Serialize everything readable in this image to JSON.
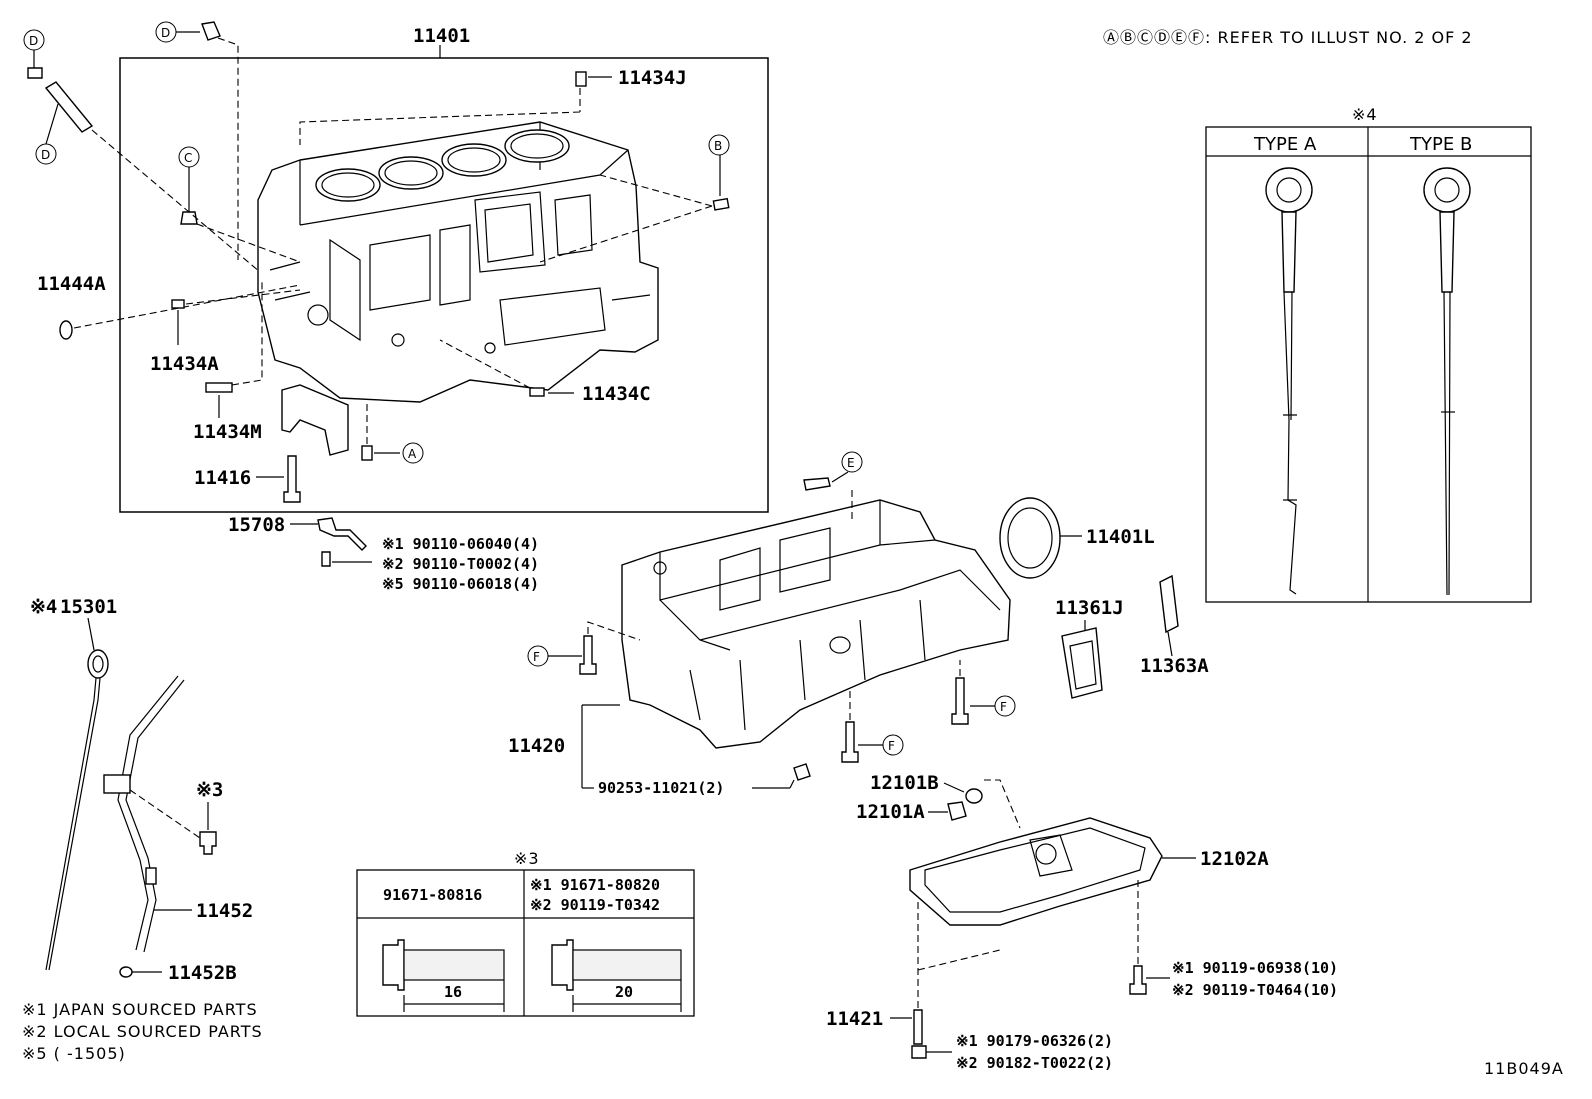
{
  "diagram": {
    "ref_note": "ⒶⒷⒸⒹⒺⒻ: REFER TO ILLUST NO. 2 OF 2",
    "figure_id": "11B049A",
    "part_labels": {
      "p11401": "11401",
      "p11434J": "11434J",
      "p11444A": "11444A",
      "p11434A": "11434A",
      "p11434C": "11434C",
      "p11434M": "11434M",
      "p11416": "11416",
      "p15708": "15708",
      "p15301": "15301",
      "p11452": "11452",
      "p11452B": "11452B",
      "p11401L": "11401L",
      "p11361J": "11361J",
      "p11363A": "11363A",
      "p11420": "11420",
      "p90253": "90253-11021(2)",
      "p12101B": "12101B",
      "p12101A": "12101A",
      "p12102A": "12102A",
      "p11421": "11421"
    },
    "circle_refs": {
      "A": "A",
      "B": "B",
      "C": "C",
      "D": "D",
      "E": "E",
      "F": "F"
    },
    "bolt_notes_15708": [
      "※1 90110-06040(4)",
      "※2 90110-T0002(4)",
      "※5 90110-06018(4)"
    ],
    "note_15301_prefix": "※4",
    "note_3": "※3",
    "oilpan_bolts": [
      "※1 90119-06938(10)",
      "※2 90119-T0464(10)"
    ],
    "drain_bolts": [
      "※1 90179-06326(2)",
      "※2 90182-T0022(2)"
    ],
    "legend": [
      "※1 JAPAN SOURCED PARTS",
      "※2 LOCAL SOURCED PARTS",
      "※5 (      -1505)"
    ],
    "table3": {
      "title": "※3",
      "col1_part": "91671-80816",
      "col2_parts": [
        "※1 91671-80820",
        "※2 90119-T0342"
      ],
      "col1_len": "16",
      "col2_len": "20"
    },
    "type_box": {
      "title": "※4",
      "type_a": "TYPE A",
      "type_b": "TYPE B"
    }
  }
}
